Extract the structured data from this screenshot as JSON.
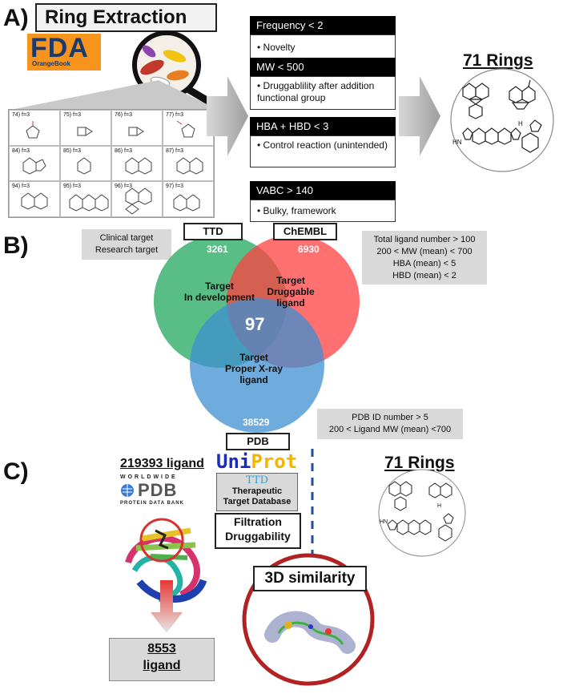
{
  "panel_a": {
    "letter": "A)",
    "title": "Ring Extraction",
    "fda_logo": "FDA",
    "fda_sub": "OrangeBook",
    "grid_labels": [
      "74) f=3",
      "75) f=3",
      "76) f=3",
      "77) f=3",
      "84) f=3",
      "85) f=3",
      "86) f=3",
      "87) f=3",
      "94) f=3",
      "95) f=3",
      "96) f=3",
      "97) f=3"
    ],
    "criteria": [
      {
        "head": "Frequency < 2",
        "body": "• Novelty"
      },
      {
        "head": "MW < 500",
        "body": "• Druggablility after addition functional group"
      },
      {
        "head": "HBA + HBD < 3",
        "body": "• Control reaction (unintended)"
      },
      {
        "head": "VABC > 140",
        "body": "• Bulky, framework"
      }
    ],
    "rings_title": "71 Rings",
    "rings_nh": "HN",
    "rings_h": "H"
  },
  "panel_b": {
    "letter": "B)",
    "ttd_label": "TTD",
    "chembl_label": "ChEMBL",
    "pdb_label": "PDB",
    "ttd_count": "3261",
    "chembl_count": "6930",
    "pdb_count": "38529",
    "center_count": "97",
    "left_circle_text": "Target\nIn development",
    "right_circle_text": "Target\nDruggable\nligand",
    "bottom_circle_text": "Target\nProper X-ray\nligand",
    "note_left": "Clinical target\nResearch target",
    "note_right": "Total ligand number > 100\n200 < MW (mean) < 700\nHBA (mean) < 5\nHBD (mean) < 2",
    "note_bottom": "PDB ID number > 5\n200 < Ligand MW (mean) <700",
    "colors": {
      "ttd": "#3cb371",
      "chembl": "#ff4040",
      "pdb": "#3f8fd0"
    }
  },
  "panel_c": {
    "letter": "C)",
    "ligand_count": "219393 ligand",
    "uniprot_uni": "Uni",
    "uniprot_prot": "Prot",
    "pdb_logo_top": "WORLDWIDE",
    "pdb_logo_main": "PDB",
    "pdb_logo_sub": "PROTEIN DATA BANK",
    "ttd_logo": "TTD",
    "ttd_caption": "Therapeutic\nTarget Database",
    "filtration": "Filtration\nDruggability",
    "result_count": "8553\nligand",
    "similarity": "3D similarity",
    "rings_title": "71 Rings",
    "rings_nh": "HN",
    "rings_h": "H"
  }
}
